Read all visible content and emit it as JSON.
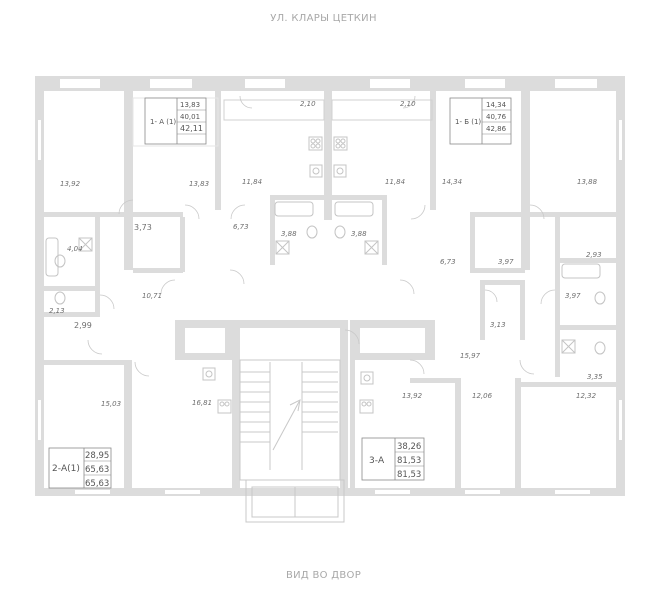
{
  "street_top": "УЛ. КЛАРЫ ЦЕТКИН",
  "street_bottom": "ВИД ВО ДВОР",
  "colors": {
    "wall": "#dcdcdc",
    "line": "#c4c4c4",
    "text": "#6f6f6f",
    "label_box": "#555555"
  },
  "rooms": [
    "13,92",
    "13,83",
    "2,10",
    "11,84",
    "2,10",
    "11,84",
    "14,34",
    "13,88",
    "3,73",
    "6,73",
    "3,88",
    "3,88",
    "4,04",
    "6,73",
    "3,97",
    "2,93",
    "10,71",
    "2,13",
    "2,99",
    "3,13",
    "3,97",
    "15,97",
    "3,35",
    "15,03",
    "16,81",
    "13,92",
    "12,06",
    "12,32"
  ],
  "apartments": [
    {
      "name": "1- А (1)",
      "living": "13,83",
      "total": "40,01",
      "with_balcony": "42,11"
    },
    {
      "name": "1- Б (1)",
      "living": "14,34",
      "total": "40,76",
      "with_balcony": "42,86"
    },
    {
      "name": "2-А(1)",
      "living": "28,95",
      "total": "65,63",
      "with_balcony": "65,63"
    },
    {
      "name": "3-А",
      "living": "38,26",
      "total": "81,53",
      "with_balcony": "81,53"
    }
  ]
}
